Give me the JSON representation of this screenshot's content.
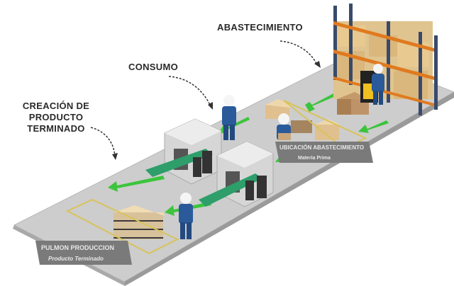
{
  "labels": {
    "abastecimiento": "ABASTECIMIENTO",
    "consumo": "CONSUMO",
    "creacion_line1": "CREACIÓN DE",
    "creacion_line2": "PRODUCTO TERMINADO"
  },
  "floor_zones": {
    "ubicacion_title": "UBICACIÓN ABASTECIMIENTO",
    "ubicacion_sub": "Materia Prima",
    "pulmon_title": "PULMON PRODUCCION",
    "pulmon_sub": "Producto Terminado"
  },
  "colors": {
    "floor": "#c9c9c9",
    "zone_strip": "#7a7a7a",
    "arrow": "#3cc43c",
    "rack": "#e07a1f",
    "rack_post": "#3a4a6a",
    "worker": "#2a5a9a",
    "box": "#d9b98a",
    "machine": "#d8d8d8"
  }
}
